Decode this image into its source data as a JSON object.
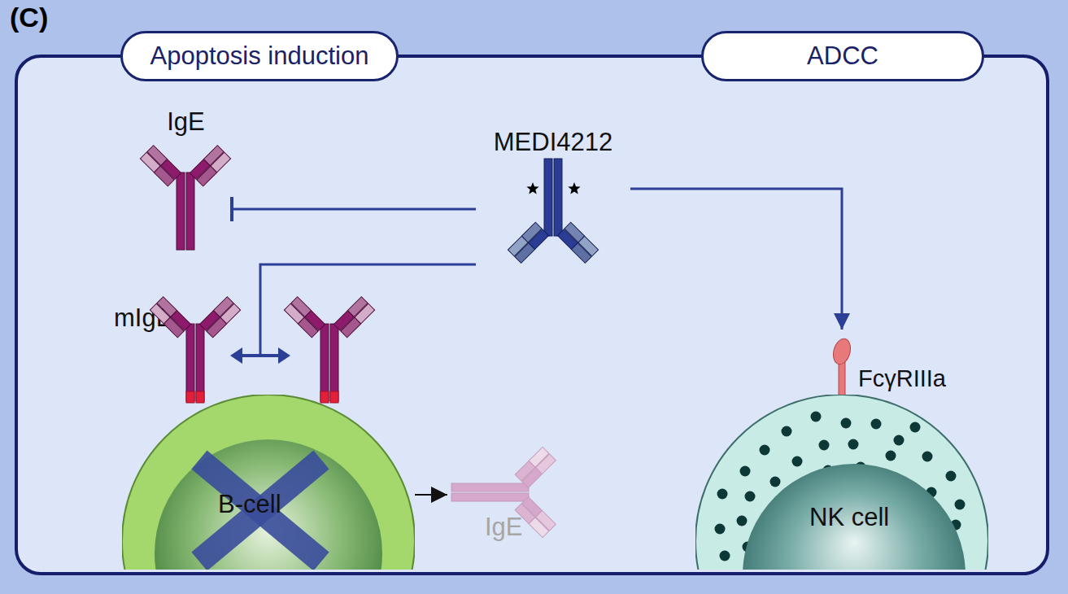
{
  "diagram": {
    "nodes": [
      {
        "text": [
          "Apoptosis induction"
        ]
      },
      {
        "text": [
          "ADCC"
        ]
      },
      {
        "text": [
          "IgE"
        ]
      },
      {
        "text": [
          "MEDI4212"
        ]
      },
      {
        "text": [
          "mIgE"
        ]
      },
      {
        "text": [
          "FcγRIIIa"
        ]
      },
      {
        "text": [
          "B-cell"
        ]
      },
      {
        "text": [
          "IgE"
        ]
      },
      {
        "text": [
          "NK cell"
        ]
      }
    ],
    "edges": [
      {
        "from": 3,
        "to": 2,
        "arrow": "to"
      },
      {
        "from": 3,
        "to": 4,
        "arrow": "to"
      },
      {
        "from": 3,
        "to": 5,
        "arrow": "to"
      },
      {
        "from": 6,
        "to": 7,
        "arrow": "to"
      }
    ],
    "labels": [
      "(C)"
    ]
  }
}
